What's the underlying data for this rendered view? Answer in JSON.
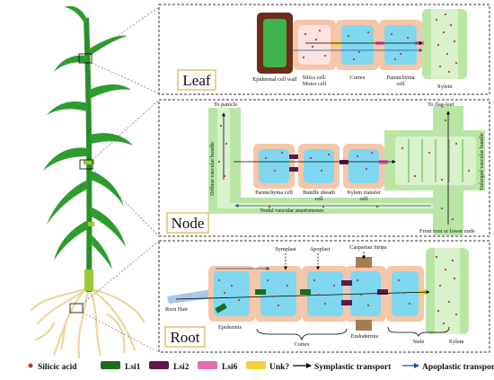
{
  "panels": {
    "leaf": {
      "title": "Leaf",
      "labels": {
        "epidermal_wall": "Epidermal cell wall",
        "silica_cell_1": "Silica cell/",
        "silica_cell_2": "Motor cell",
        "cortex": "Cortex",
        "parenchyma_1": "Parenchyma",
        "parenchyma_2": "cell",
        "xylem": "Xylem"
      }
    },
    "node": {
      "title": "Node",
      "labels": {
        "to_panicle": "To panicle",
        "to_flag_leaf": "To flag-leaf",
        "diffuse_bundle": "Diffuse vascular bundle",
        "enlarged_bundle": "Enlarged vascular bundle",
        "parenchyma": "Parenchyma cell",
        "bundle_sheath_1": "Bundle sheath",
        "bundle_sheath_2": "cell",
        "xylem_transfer_1": "Xylem transfer",
        "xylem_transfer_2": "cell",
        "anastomoses": "Nodal vascular anastomoses",
        "from_root": "From root or lower node"
      }
    },
    "root": {
      "title": "Root",
      "labels": {
        "symplast": "Symplast",
        "apoplast": "Apoplast",
        "casparian": "Casparian Strips",
        "root_hair": "Root Hair",
        "epidermis": "Epidermis",
        "cortex": "Cortex",
        "endodermis": "Endodermis",
        "stele": "Stele",
        "xylem": "Xylem"
      }
    }
  },
  "legend": {
    "silicic_acid": "Silicic acid",
    "lsi1": "Lsi1",
    "lsi2": "Lsi2",
    "lsi6": "Lsi6",
    "unk": "Unk?",
    "symplastic": "Symplastic transport",
    "apoplastic": "Apoplastic transport"
  },
  "colors": {
    "plant_green": "#2e9d2e",
    "cell_fill": "#7fd8f0",
    "cell_wall": "#f5c6a8",
    "xylem_green": "#b9e6a5",
    "lsi1": "#1a6b1a",
    "lsi2": "#5a1a4a",
    "lsi6": "#e86bb0",
    "unk": "#f2d23a",
    "silicic": "#c0392b",
    "symplastic_arrow": "#000000",
    "apoplastic_arrow": "#1f4f9a"
  }
}
